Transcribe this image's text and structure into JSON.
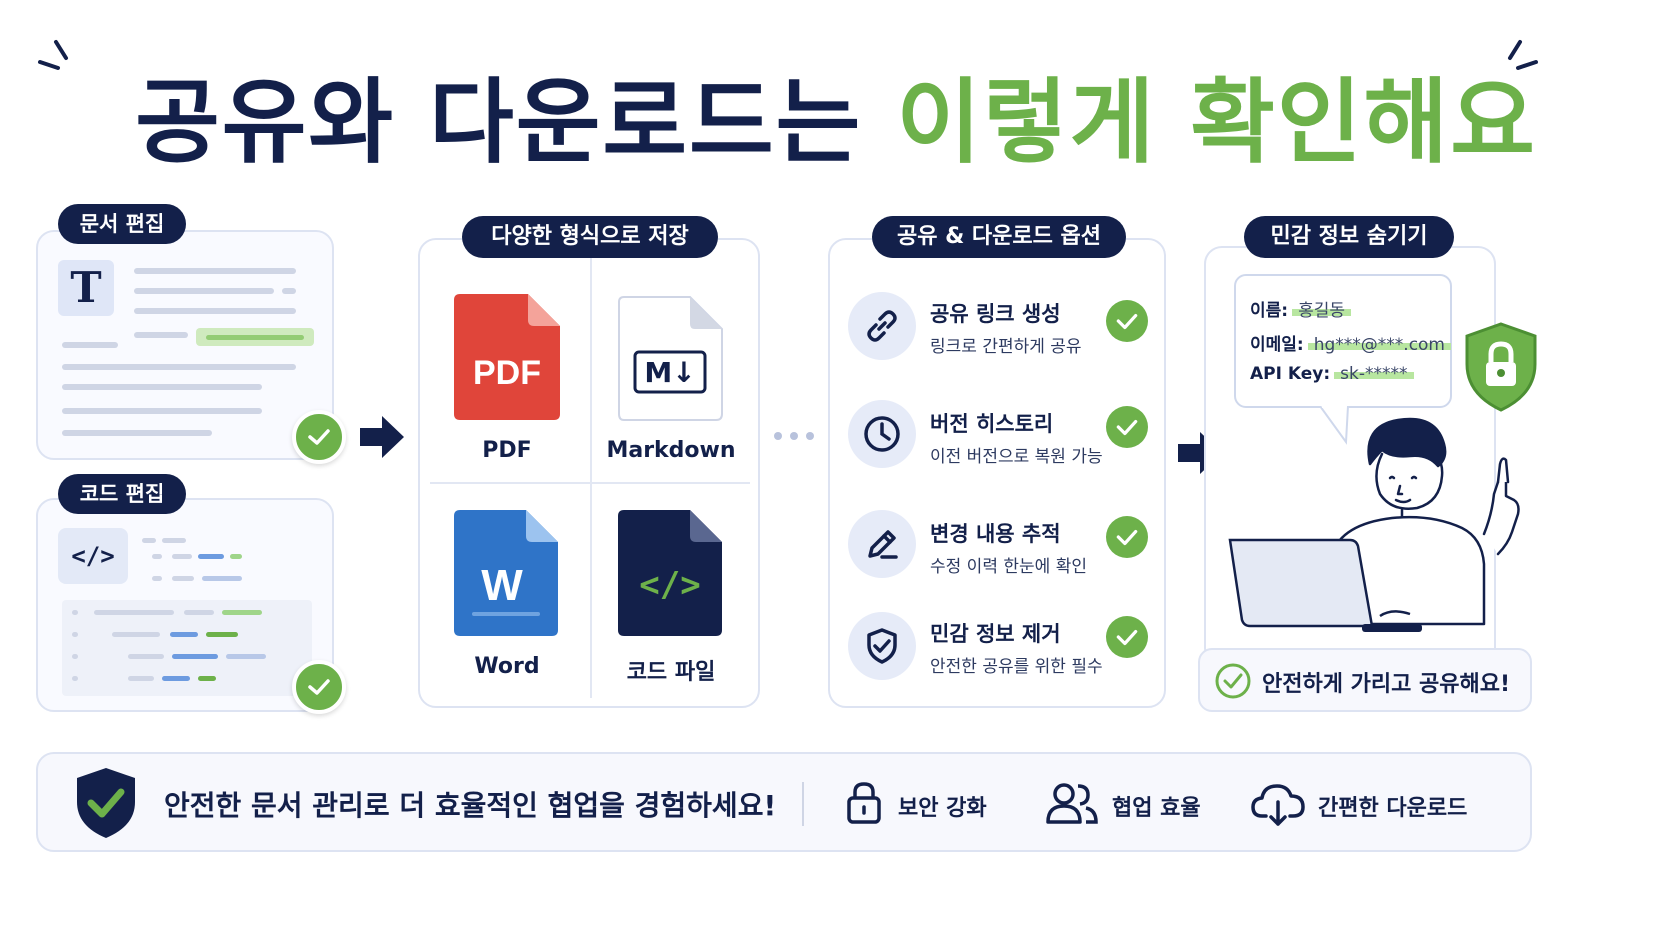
{
  "title": {
    "part1": "공유와 다운로드는",
    "part2": "이렇게 확인해요"
  },
  "step1": {
    "doc_label": "문서 편집",
    "doc_icon": "text-T-icon",
    "doc_icon_glyph": "T",
    "code_label": "코드 편집",
    "code_icon": "code-brackets-icon",
    "code_icon_glyph": "</>"
  },
  "step2": {
    "label": "다양한 형식으로 저장",
    "formats": [
      {
        "name": "PDF",
        "icon_text": "PDF",
        "icon": "pdf-file-icon",
        "color": "#e0453a"
      },
      {
        "name": "Markdown",
        "icon_text": "M↓",
        "icon": "markdown-file-icon",
        "color": "#ffffff"
      },
      {
        "name": "Word",
        "icon_text": "W",
        "icon": "word-file-icon",
        "color": "#2f74c8"
      },
      {
        "name": "코드 파일",
        "icon_text": "</>",
        "icon": "code-file-icon",
        "color": "#13204a"
      }
    ]
  },
  "step3": {
    "label": "공유 & 다운로드 옵션",
    "options": [
      {
        "title": "공유 링크 생성",
        "sub": "링크로 간편하게 공유",
        "icon": "link-icon"
      },
      {
        "title": "버전 히스토리",
        "sub": "이전 버전으로 복원 가능",
        "icon": "clock-icon"
      },
      {
        "title": "변경 내용 추적",
        "sub": "수정 이력 한눈에 확인",
        "icon": "pencil-icon"
      },
      {
        "title": "민감 정보 제거",
        "sub": "안전한 공유를 위한 필수",
        "icon": "shield-check-icon"
      }
    ]
  },
  "step4": {
    "label": "민감 정보 숨기기",
    "fields": [
      {
        "key": "이름:",
        "value": "홍길동"
      },
      {
        "key": "이메일:",
        "value": "hg***@***.com"
      },
      {
        "key": "API Key:",
        "value": "sk-*****"
      }
    ],
    "confirm": "안전하게 가리고 공유해요!",
    "lock_icon": "lock-shield-icon"
  },
  "footer": {
    "message": "안전한 문서 관리로 더 효율적인 협업을 경험하세요!",
    "features": [
      {
        "label": "보안 강화",
        "icon": "lock-icon"
      },
      {
        "label": "협업 효율",
        "icon": "users-icon"
      },
      {
        "label": "간편한 다운로드",
        "icon": "cloud-download-icon"
      }
    ]
  },
  "colors": {
    "navy": "#13204a",
    "green": "#6db14a",
    "card_border": "#dde3f2"
  }
}
